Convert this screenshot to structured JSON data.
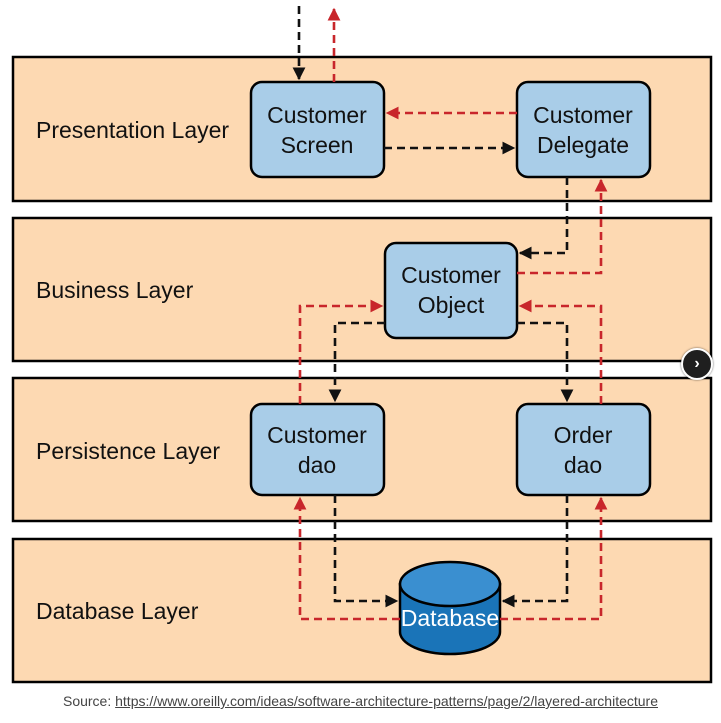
{
  "layers": [
    {
      "label": "Presentation Layer"
    },
    {
      "label": "Business Layer"
    },
    {
      "label": "Persistence Layer"
    },
    {
      "label": "Database Layer"
    }
  ],
  "components": {
    "customer_screen": [
      "Customer",
      "Screen"
    ],
    "customer_delegate": [
      "Customer",
      "Delegate"
    ],
    "customer_object": [
      "Customer",
      "Object"
    ],
    "customer_dao": [
      "Customer",
      "dao"
    ],
    "order_dao": [
      "Order",
      "dao"
    ],
    "database": "Database"
  },
  "colors": {
    "layer_fill": "#fdd9b2",
    "component_fill": "#a9cde8",
    "database_fill": "#1a74b8",
    "request_arrow": "#111111",
    "response_arrow": "#c8262b"
  },
  "source": {
    "prefix": "Source: ",
    "link": "https://www.oreilly.com/ideas/software-architecture-patterns/page/2/layered-architecture"
  },
  "next_button_icon": "chevron-right-icon",
  "next_button_glyph": "›"
}
